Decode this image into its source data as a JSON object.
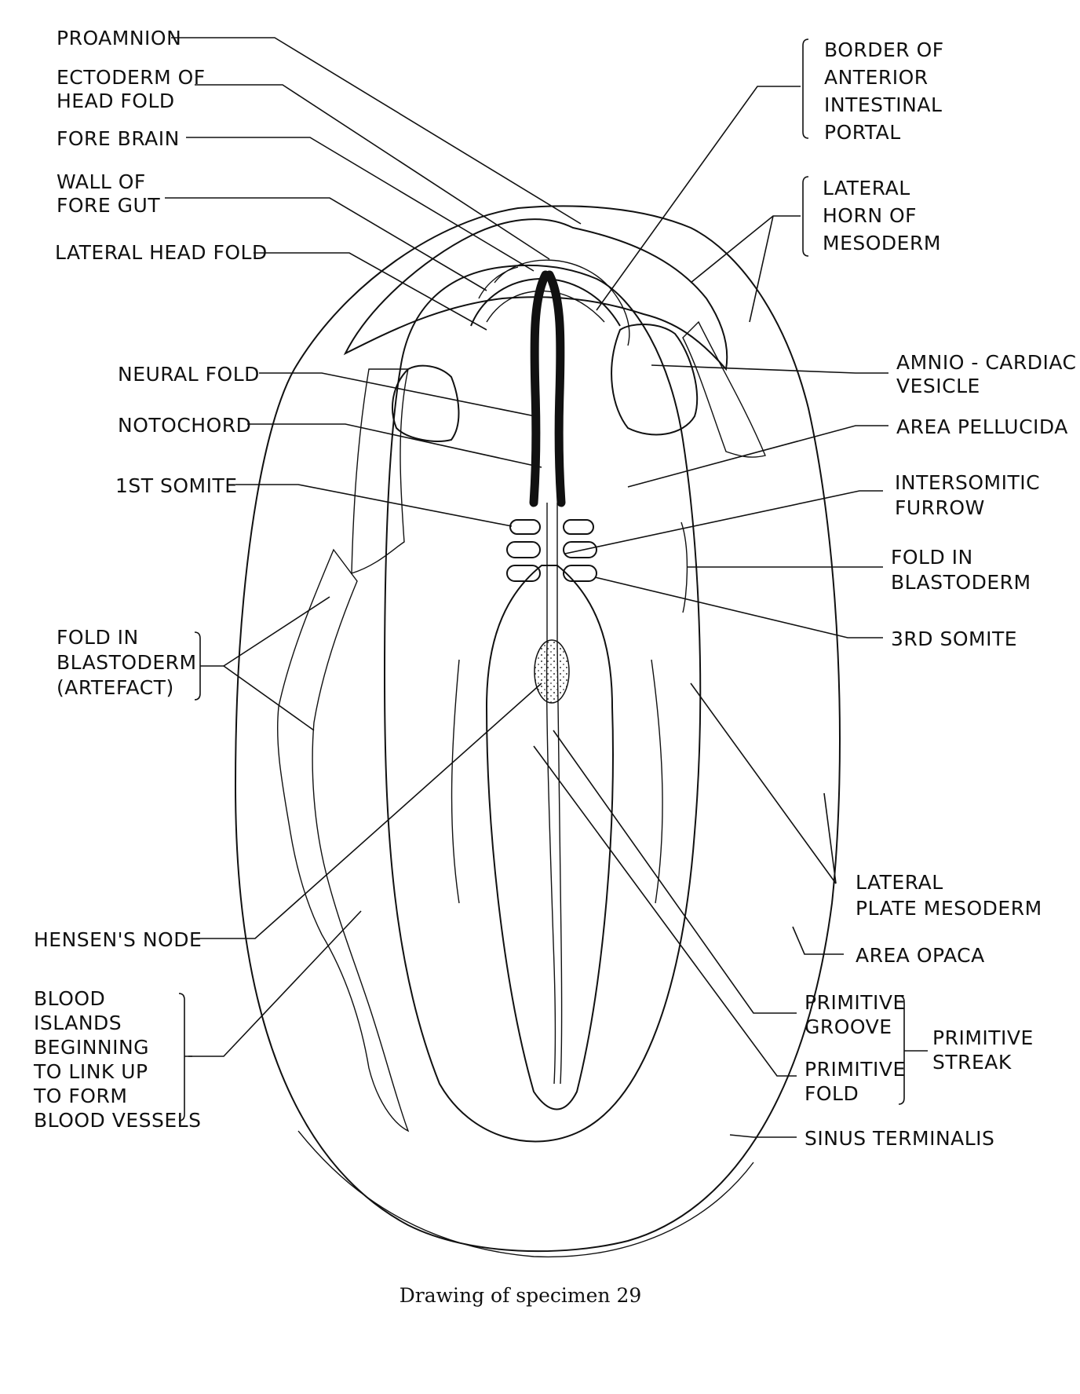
{
  "labels": {
    "proamnion": "PROAMNION",
    "ectoderm_of_head_fold": [
      "ECTODERM OF",
      "HEAD FOLD"
    ],
    "fore_brain": "FORE BRAIN",
    "wall_of_fore_gut": [
      "WALL OF",
      "FORE GUT"
    ],
    "lateral_head_fold": "LATERAL HEAD FOLD",
    "neural_fold": "NEURAL FOLD",
    "notochord": "NOTOCHORD",
    "first_somite": "1ST SOMITE",
    "fold_in_blastoderm_artefact": [
      "FOLD IN",
      "BLASTODERM",
      "(ARTEFACT)"
    ],
    "hensens_node": "HENSEN'S NODE",
    "blood_islands": [
      "BLOOD",
      "ISLANDS",
      "BEGINNING",
      "TO LINK UP",
      "TO FORM",
      "BLOOD VESSELS"
    ],
    "border_of_anterior_intestinal_portal": [
      "BORDER OF",
      "ANTERIOR",
      "INTESTINAL",
      "PORTAL"
    ],
    "lateral_horn_of_mesoderm": [
      "LATERAL",
      "HORN OF",
      "MESODERM"
    ],
    "amnio_cardiac_vesicle": [
      "AMNIO - CARDIAC",
      "VESICLE"
    ],
    "area_pellucida": "AREA PELLUCIDA",
    "intersomitic_furrow": [
      "INTERSOMITIC",
      "FURROW"
    ],
    "fold_in_blastoderm": [
      "FOLD IN",
      "BLASTODERM"
    ],
    "third_somite": "3RD SOMITE",
    "lateral_plate_mesoderm": [
      "LATERAL",
      "PLATE MESODERM"
    ],
    "area_opaca": "AREA OPACA",
    "primitive_groove": [
      "PRIMITIVE",
      "GROOVE"
    ],
    "primitive_fold": [
      "PRIMITIVE",
      "FOLD"
    ],
    "primitive_streak": [
      "PRIMITIVE",
      "STREAK"
    ],
    "sinus_terminalis": "SINUS TERMINALIS"
  },
  "caption": "Drawing of specimen 29"
}
